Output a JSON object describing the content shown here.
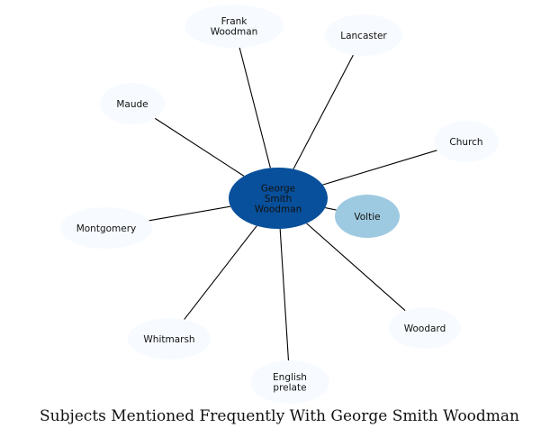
{
  "title": "Subjects Mentioned Frequently With George Smith Woodman",
  "colors": {
    "center_fill": "#08509b",
    "highlight_fill": "#9ecae1",
    "node_fill": "#f7fbff",
    "edge": "#000000"
  },
  "center": {
    "label": [
      "George",
      "Smith",
      "Woodman"
    ]
  },
  "nodes": [
    {
      "id": "frank-woodman",
      "label": [
        "Frank",
        "Woodman"
      ],
      "highlight": false
    },
    {
      "id": "lancaster",
      "label": [
        "Lancaster"
      ],
      "highlight": false
    },
    {
      "id": "maude",
      "label": [
        "Maude"
      ],
      "highlight": false
    },
    {
      "id": "church",
      "label": [
        "Church"
      ],
      "highlight": false
    },
    {
      "id": "voltie",
      "label": [
        "Voltie"
      ],
      "highlight": true
    },
    {
      "id": "montgomery",
      "label": [
        "Montgomery"
      ],
      "highlight": false
    },
    {
      "id": "woodard",
      "label": [
        "Woodard"
      ],
      "highlight": false
    },
    {
      "id": "whitmarsh",
      "label": [
        "Whitmarsh"
      ],
      "highlight": false
    },
    {
      "id": "english-prelate",
      "label": [
        "English",
        "prelate"
      ],
      "highlight": false
    }
  ]
}
